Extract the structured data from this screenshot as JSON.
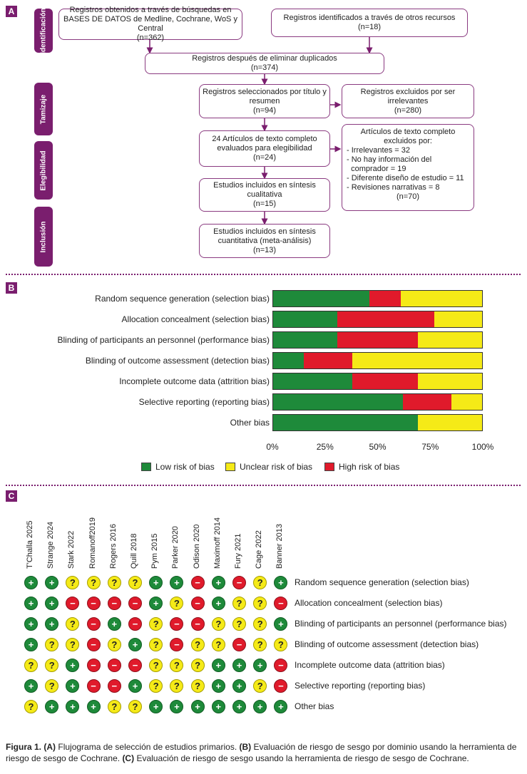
{
  "panels": {
    "a": "A",
    "b": "B",
    "c": "C"
  },
  "flow": {
    "stages": [
      "Identificación",
      "Tamizaje",
      "Elegibilidad",
      "Inclusión"
    ],
    "db_records": {
      "text": "Registros obtenidos a través de búsquedas en BASES DE DATOS de Medline, Cochrane, WoS y Central",
      "n": "(n=362)"
    },
    "other_records": {
      "text": "Registros identificados a través de otros recursos",
      "n": "(n=18)"
    },
    "dedup": {
      "text": "Registros después de eliminar duplicados",
      "n": "(n=374)"
    },
    "screened": {
      "text": "Registros seleccionados por título y resumen",
      "n": "(n=94)"
    },
    "excluded_irrelevant": {
      "text": "Registros excluidos por ser irrelevantes",
      "n": "(n=280)"
    },
    "fulltext": {
      "text": "24 Artículos de texto completo evaluados para elegibilidad",
      "n": "(n=24)"
    },
    "fulltext_excluded": {
      "title": "Artículos de texto completo excluidos por:",
      "items": [
        "- Irrelevantes = 32",
        "- No hay información del",
        "  comprador = 19",
        "- Diferente diseño de estudio = 11",
        "- Revisiones narrativas = 8"
      ],
      "n": "(n=70)"
    },
    "qualitative": {
      "text": "Estudios incluidos en síntesis cualitativa",
      "n": "(n=15)"
    },
    "quantitative": {
      "text": "Estudios incluidos en síntesis cuantitativa (meta-análisis)",
      "n": "(n=13)"
    }
  },
  "chart_data": {
    "type": "bar",
    "stacked": true,
    "orientation": "horizontal",
    "categories": [
      "Random sequence generation (selection bias)",
      "Allocation concealment (selection bias)",
      "Blinding of participants an personnel (performance bias)",
      "Blinding of outcome assessment (detection bias)",
      "Incomplete outcome data (attrition bias)",
      "Selective reporting (reporting bias)",
      "Other bias"
    ],
    "series": [
      {
        "name": "Low risk of bias",
        "color": "#1e8a3a",
        "values": [
          46,
          31,
          31,
          15,
          38,
          62,
          69
        ]
      },
      {
        "name": "High risk of bias",
        "color": "#e01a2b",
        "values": [
          15,
          46,
          38,
          23,
          31,
          23,
          0
        ]
      },
      {
        "name": "Unclear risk of bias",
        "color": "#f5ea17",
        "values": [
          39,
          23,
          31,
          62,
          31,
          15,
          31
        ]
      }
    ],
    "xticks": [
      "0%",
      "25%",
      "50%",
      "75%",
      "100%"
    ],
    "xlim": [
      0,
      100
    ],
    "legend": [
      {
        "label": "Low risk of bias",
        "color": "#1e8a3a"
      },
      {
        "label": "Unclear risk of bias",
        "color": "#f5ea17"
      },
      {
        "label": "High risk of bias",
        "color": "#e01a2b"
      }
    ],
    "legend_position": "bottom"
  },
  "matrix": {
    "studies": [
      "T'Challa 2025",
      "Strange 2024",
      "Stark 2022",
      "Romanoff2019",
      "Rogers 2016",
      "Quill 2018",
      "Pym 2015",
      "Parker 2020",
      "Odison 2020",
      "Maximoff 2014",
      "Fury 2021",
      "Cage 2022",
      "Banner 2013"
    ],
    "domains": [
      "Random sequence generation (selection bias)",
      "Allocation concealment (selection bias)",
      "Blinding of participants an personnel (performance bias)",
      "Blinding of outcome assessment (detection bias)",
      "Incomplete outcome data (attrition bias)",
      "Selective reporting (reporting bias)",
      "Other bias"
    ],
    "symbols": {
      "low": "+",
      "high": "−",
      "unclear": "?"
    },
    "grid": [
      [
        "low",
        "low",
        "unclear",
        "unclear",
        "unclear",
        "unclear",
        "low",
        "low",
        "high",
        "low",
        "high",
        "unclear",
        "low"
      ],
      [
        "low",
        "low",
        "high",
        "high",
        "high",
        "high",
        "low",
        "unclear",
        "high",
        "low",
        "unclear",
        "unclear",
        "high"
      ],
      [
        "low",
        "low",
        "unclear",
        "high",
        "low",
        "high",
        "unclear",
        "high",
        "high",
        "unclear",
        "unclear",
        "unclear",
        "low"
      ],
      [
        "low",
        "unclear",
        "unclear",
        "high",
        "unclear",
        "low",
        "unclear",
        "high",
        "unclear",
        "unclear",
        "high",
        "unclear",
        "unclear"
      ],
      [
        "unclear",
        "unclear",
        "low",
        "high",
        "high",
        "high",
        "unclear",
        "unclear",
        "unclear",
        "low",
        "low",
        "low",
        "high"
      ],
      [
        "low",
        "unclear",
        "low",
        "high",
        "high",
        "low",
        "unclear",
        "unclear",
        "unclear",
        "low",
        "low",
        "unclear",
        "high"
      ],
      [
        "unclear",
        "low",
        "low",
        "low",
        "unclear",
        "unclear",
        "low",
        "low",
        "low",
        "low",
        "low",
        "low",
        "low"
      ]
    ]
  },
  "caption": {
    "lead": "Figura 1.",
    "a_label": "(A)",
    "a_text": " Flujograma de selección de estudios primarios. ",
    "b_label": "(B)",
    "b_text": " Evaluación de riesgo de sesgo por dominio usando la herramienta de riesgo de sesgo de Cochrane. ",
    "c_label": "(C)",
    "c_text": " Evaluación de riesgo de sesgo usando la herramienta de riesgo de sesgo de Cochrane."
  }
}
